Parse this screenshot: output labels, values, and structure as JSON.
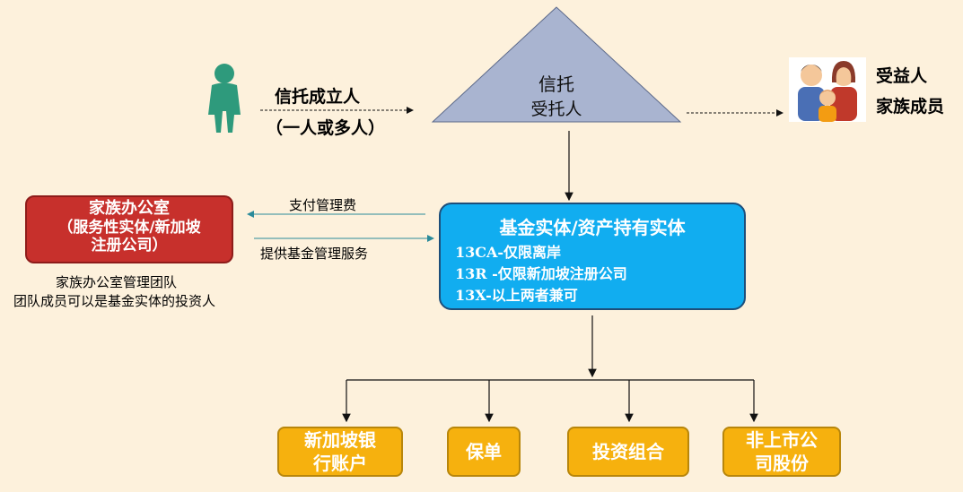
{
  "trust": {
    "title": "信托",
    "subtitle": "受托人"
  },
  "settlor": {
    "line1": "信托成立人",
    "line2": "（一人或多人）"
  },
  "beneficiary": {
    "line1": "受益人",
    "line2": "家族成员"
  },
  "family_office": {
    "title": "家族办公室",
    "subtitle_line1": "（服务性实体/新加坡",
    "subtitle_line2": "注册公司）",
    "note_line1": "家族办公室管理团队",
    "note_line2": "团队成员可以是基金实体的投资人"
  },
  "flows": {
    "fee": "支付管理费",
    "service": "提供基金管理服务"
  },
  "fund_entity": {
    "title": "基金实体/资产持有实体",
    "items": [
      "13CA-仅限离岸",
      "13R -仅限新加坡注册公司",
      "13X-以上两者兼可"
    ]
  },
  "assets": [
    {
      "line1": "新加坡银",
      "line2": "行账户"
    },
    {
      "line1": "保单",
      "line2": ""
    },
    {
      "line1": "投资组合",
      "line2": ""
    },
    {
      "line1": "非上市公",
      "line2": "司股份"
    }
  ],
  "colors": {
    "background": "#fdf1dc",
    "trust_triangle": "#a9b4d0",
    "family_office": "#c7302c",
    "fund_entity": "#11adf0",
    "asset_boxes": "#f6b10e",
    "person_icon": "#2e9a7c"
  }
}
